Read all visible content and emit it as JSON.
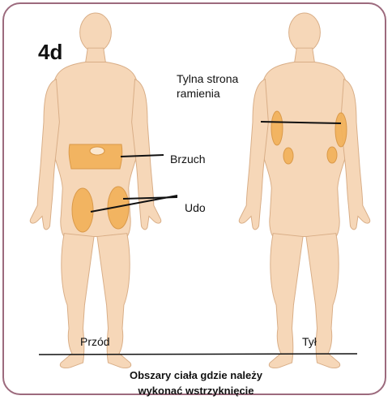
{
  "figure_label": "4d",
  "labels": {
    "back_arm": [
      "Tylna strona",
      "ramienia"
    ],
    "abdomen": "Brzuch",
    "thigh": "Udo",
    "front": "Przód",
    "back": "Tył"
  },
  "caption": [
    "Obszary ciała gdzie należy",
    "wykonać wstrzyknięcie"
  ],
  "colors": {
    "border": "#9c6a7d",
    "skin": "#f6d7b8",
    "skin_outline": "#d8ad86",
    "injection_zone": "#f2b25a",
    "injection_outline": "#d89440"
  }
}
